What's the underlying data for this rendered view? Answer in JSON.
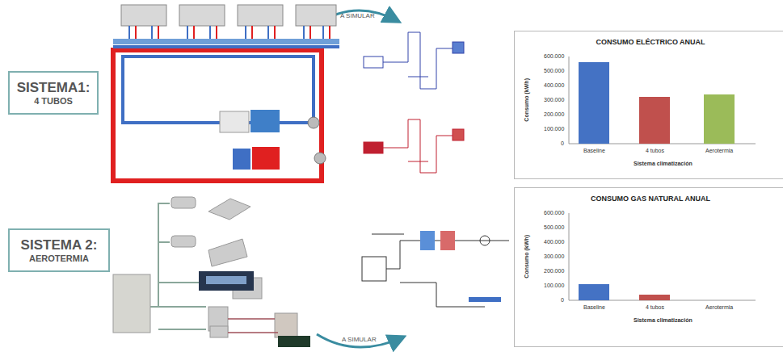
{
  "diagram": {
    "nodes": [
      {
        "text": [
          "SISTEMA1:",
          "4 TUBOS"
        ]
      },
      {
        "text": [
          "SISTEMA 2:",
          "AEROTERMIA"
        ]
      },
      {
        "text": [
          "CONSUMO ELÉCTRICO ANUAL"
        ]
      },
      {
        "text": [
          "CONSUMO GAS NATURAL ANUAL"
        ]
      }
    ],
    "labels": [
      "A SIMULAR",
      "A SIMULAR",
      "600.000",
      "500.000",
      "400.000",
      "300.000",
      "200.000",
      "100.000",
      "0",
      "Baseline",
      "4 tubos",
      "Aerotermia",
      "Sistema climatización",
      "Consumo (kWh)",
      "600.000",
      "500.000",
      "400.000",
      "300.000",
      "200.000",
      "100.000",
      "0",
      "Baseline",
      "4 tubos",
      "Aerotermia",
      "Sistema climatización",
      "Consumo (kWh)"
    ]
  }
}
